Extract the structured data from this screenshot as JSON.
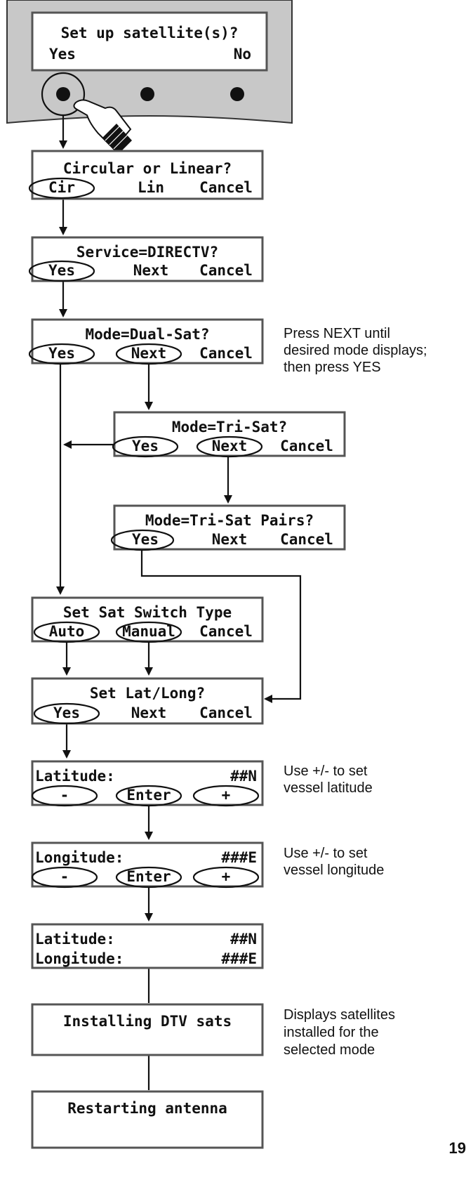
{
  "panel": {
    "line1": "Set up satellite(s)?",
    "yes": "Yes",
    "no": "No"
  },
  "screens": {
    "circular_linear": {
      "title": "Circular or Linear?",
      "opt1": "Cir",
      "opt2": "Lin",
      "opt3": "Cancel"
    },
    "service": {
      "title": "Service=DIRECTV?",
      "opt1": "Yes",
      "opt2": "Next",
      "opt3": "Cancel"
    },
    "mode_dual": {
      "title": "Mode=Dual-Sat?",
      "opt1": "Yes",
      "opt2": "Next",
      "opt3": "Cancel"
    },
    "mode_tri": {
      "title": "Mode=Tri-Sat?",
      "opt1": "Yes",
      "opt2": "Next",
      "opt3": "Cancel"
    },
    "mode_tri_pairs": {
      "title": "Mode=Tri-Sat Pairs?",
      "opt1": "Yes",
      "opt2": "Next",
      "opt3": "Cancel"
    },
    "switch_type": {
      "title": "Set Sat Switch Type",
      "opt1": "Auto",
      "opt2": "Manual",
      "opt3": "Cancel"
    },
    "lat_long": {
      "title": "Set Lat/Long?",
      "opt1": "Yes",
      "opt2": "Next",
      "opt3": "Cancel"
    },
    "latitude": {
      "label": "Latitude:",
      "value": "##N",
      "opt1": "-",
      "opt2": "Enter",
      "opt3": "+"
    },
    "longitude": {
      "label": "Longitude:",
      "value": "###E",
      "opt1": "-",
      "opt2": "Enter",
      "opt3": "+"
    },
    "summary": {
      "lat_label": "Latitude:",
      "lat_value": "##N",
      "long_label": "Longitude:",
      "long_value": "###E"
    },
    "installing": {
      "title": "Installing DTV sats"
    },
    "restarting": {
      "title": "Restarting antenna"
    }
  },
  "notes": {
    "mode": [
      "Press NEXT until",
      "desired mode displays;",
      "then press YES"
    ],
    "latitude": [
      "Use +/- to set",
      "vessel latitude"
    ],
    "longitude": [
      "Use +/- to set",
      "vessel longitude"
    ],
    "installing": [
      "Displays satellites",
      "installed for the",
      "selected mode"
    ]
  },
  "page_number": "19"
}
